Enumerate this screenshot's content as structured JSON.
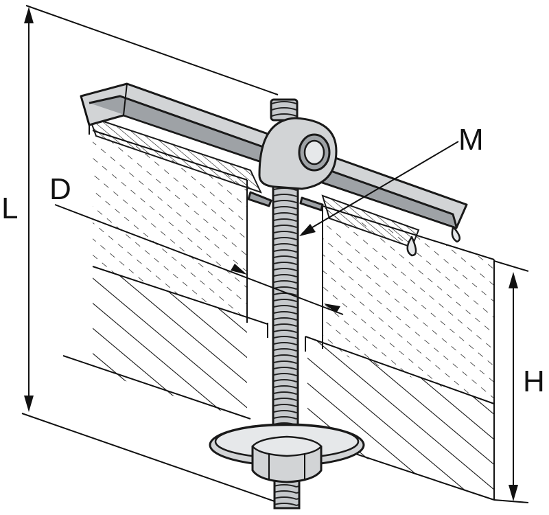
{
  "labels": {
    "length": "L",
    "diameter": "D",
    "thread": "M",
    "height": "H"
  },
  "colors": {
    "line": "#111111",
    "metal": "#d2d4d6",
    "metal_shadow": "#9ea2a6",
    "background": "#ffffff"
  }
}
